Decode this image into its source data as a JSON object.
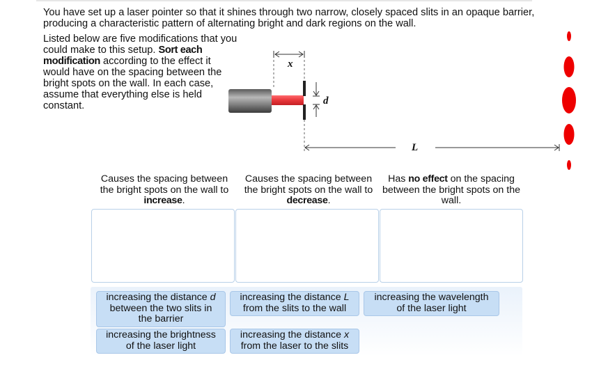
{
  "intro": "You have set up a laser pointer so that it shines through two narrow, closely spaced slits in an opaque barrier, producing a characteristic pattern of alternating bright and dark regions on the wall.",
  "instructions": {
    "pre": "Listed below are five modifications that you could make to this setup. ",
    "bold": "Sort each modification",
    "post": " according to the effect it would have on the spacing between the bright spots on the wall. In each case, assume that everything else is held constant."
  },
  "figure": {
    "x_label": "x",
    "d_label": "d",
    "L_label": "L",
    "laser_color": "#e8363a",
    "spot_color": "#ee0000"
  },
  "bins": [
    {
      "pre": "Causes the spacing between the bright spots on the wall to ",
      "bold": "increase",
      "post": "."
    },
    {
      "pre": "Causes the spacing between the bright spots on the wall to ",
      "bold": "decrease",
      "post": "."
    },
    {
      "pre": "Has ",
      "bold": "no effect",
      "post": " on the spacing between the bright spots on the wall."
    }
  ],
  "items": [
    {
      "line1_pre": "increasing the distance ",
      "line1_var": "d",
      "line2": "between the two slits in",
      "line3": "the barrier"
    },
    {
      "line1_pre": "increasing the distance ",
      "line1_var": "L",
      "line2": "from the slits to the wall"
    },
    {
      "line1_pre": "increasing the wavelength",
      "line1_var": "",
      "line2": "of the laser light"
    },
    {
      "line1_pre": "increasing the brightness",
      "line1_var": "",
      "line2": "of the laser light"
    },
    {
      "line1_pre": "increasing the distance ",
      "line1_var": "x",
      "line2": "from the laser to the slits"
    }
  ]
}
